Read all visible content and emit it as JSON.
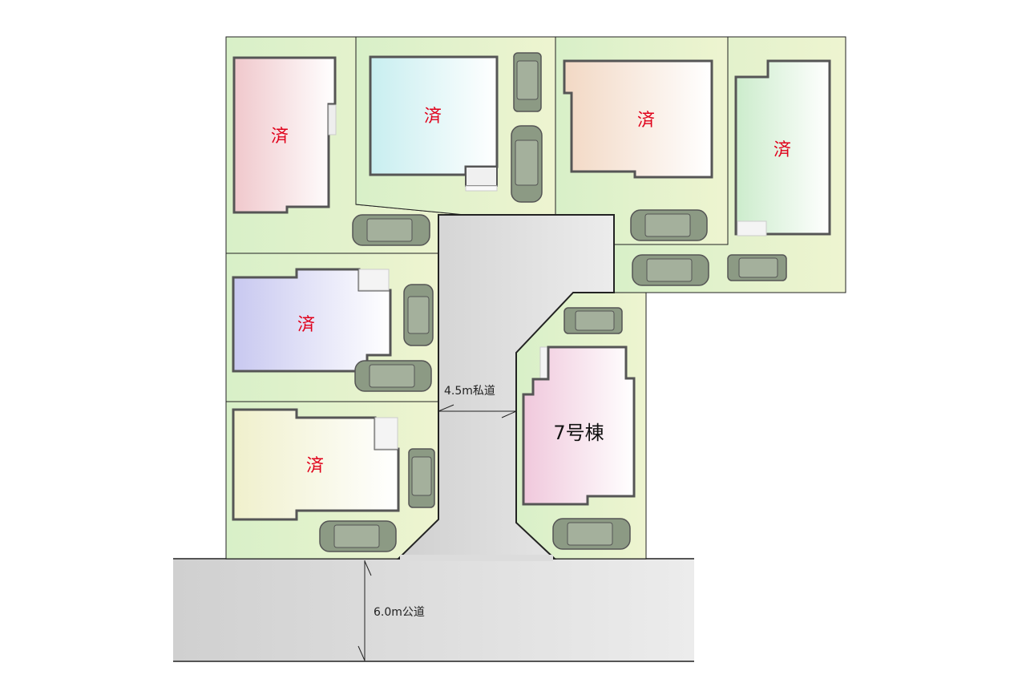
{
  "lots": [
    {
      "id": "1",
      "status": "済"
    },
    {
      "id": "2",
      "status": "済"
    },
    {
      "id": "3",
      "status": "済"
    },
    {
      "id": "4",
      "status": "済"
    },
    {
      "id": "5",
      "status": "済"
    },
    {
      "id": "6",
      "status": "済"
    },
    {
      "id": "7",
      "status": "7号棟"
    }
  ],
  "roads": {
    "private": "4.5m私道",
    "public": "6.0m公道"
  },
  "colors": {
    "lot": "#e0f2d0",
    "sold": "#e0001a",
    "road": "#dcdcdc"
  }
}
